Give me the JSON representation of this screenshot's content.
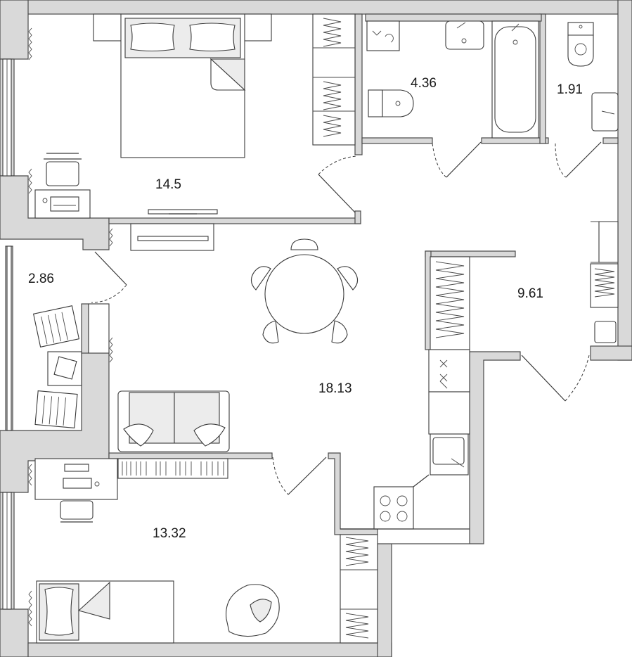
{
  "floor_plan": {
    "rooms": [
      {
        "id": "bedroom",
        "area": "14.5"
      },
      {
        "id": "bathroom",
        "area": "4.36"
      },
      {
        "id": "toilet",
        "area": "1.91"
      },
      {
        "id": "balcony",
        "area": "2.86"
      },
      {
        "id": "hallway",
        "area": "9.61"
      },
      {
        "id": "kitchen-living",
        "area": "18.13"
      },
      {
        "id": "children-room",
        "area": "13.32"
      }
    ]
  }
}
